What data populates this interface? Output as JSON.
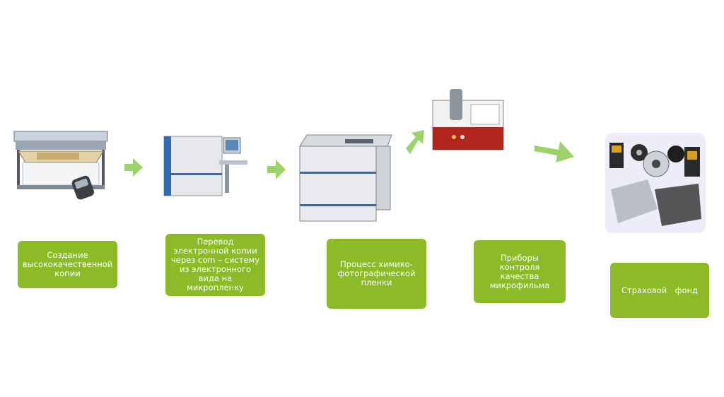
{
  "steps": [
    {
      "label": "Создание высококачественной копии",
      "image": "large-format-scanner"
    },
    {
      "label": "Перевод электронной копии через com – систему из электронного вида на микропленку",
      "image": "com-system-workstation"
    },
    {
      "label": "Процесс химико-фотографической пленки",
      "image": "film-processor"
    },
    {
      "label": "Приборы контроля качества микрофильма",
      "image": "quality-control-device"
    },
    {
      "label_word1": "Страховой",
      "label_word2": "фонд",
      "image": "microfilm-reels-archive"
    }
  ],
  "colors": {
    "box": "#8cbb27",
    "arrow": "#9bd36a",
    "box_text": "#ffffff"
  }
}
